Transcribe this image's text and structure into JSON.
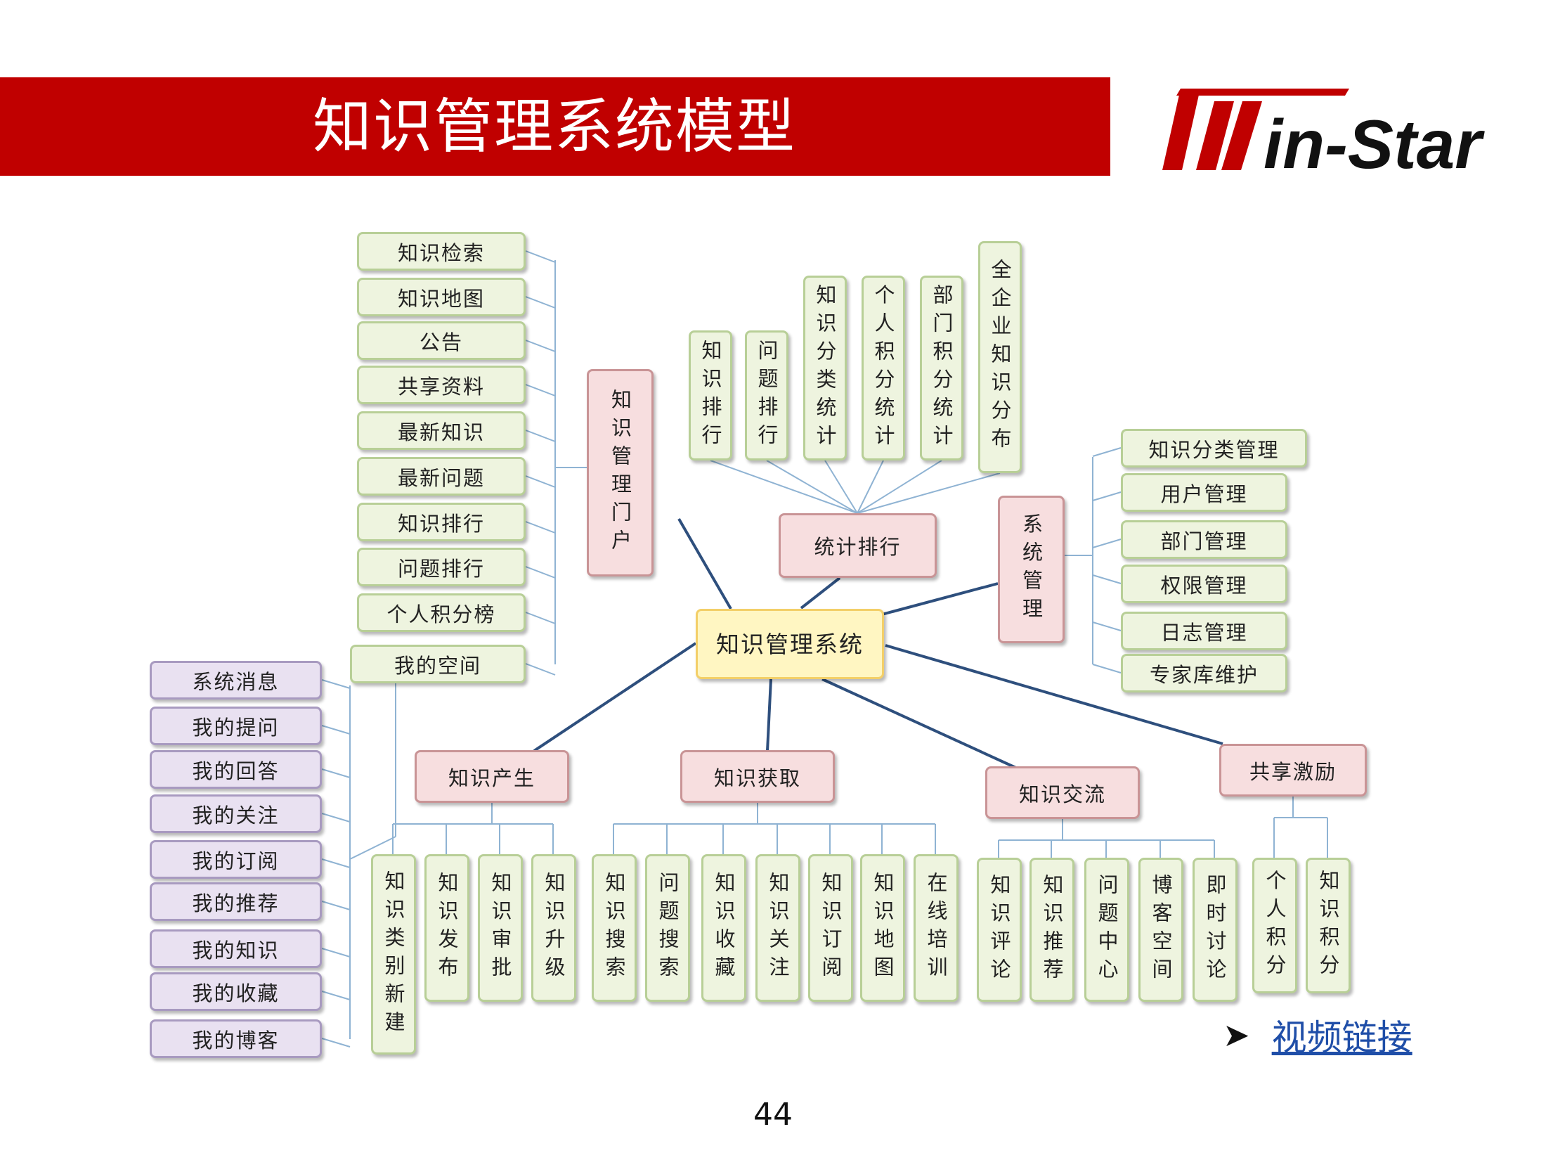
{
  "slide": {
    "title": "知识管理系统模型",
    "logo_text": "in-Star",
    "video_link": "视频链接",
    "page_number": "44",
    "colors": {
      "title_bar": "#c00000",
      "green_fill": "#eef4df",
      "green_border": "#b8cf97",
      "pink_fill": "#f7dedf",
      "pink_border": "#c99496",
      "purple_fill": "#e9e1f1",
      "purple_border": "#a89ac0",
      "hub_fill": "#fff6c2",
      "hub_border": "#f3cf68",
      "connector": "#2e4f7d",
      "tree_line": "#8fb3d3"
    }
  },
  "diagram": {
    "hub": "知识管理系统",
    "branches": [
      {
        "key": "portal",
        "label": "知识管理门户",
        "children": [
          "知识检索",
          "知识地图",
          "公告",
          "共享资料",
          "最新知识",
          "最新问题",
          "知识排行",
          "问题排行",
          "个人积分榜",
          "我的空间"
        ]
      },
      {
        "key": "stats",
        "label": "统计排行",
        "children": [
          "知识排行",
          "问题排行",
          "知识分类统计",
          "个人积分统计",
          "部门积分统计",
          "全企业知识分布"
        ]
      },
      {
        "key": "sysmgmt",
        "label": "系统管理",
        "children": [
          "知识分类管理",
          "用户管理",
          "部门管理",
          "权限管理",
          "日志管理",
          "专家库维护"
        ]
      },
      {
        "key": "produce",
        "label": "知识产生",
        "children": [
          "知识类别新建",
          "知识发布",
          "知识审批",
          "知识升级"
        ]
      },
      {
        "key": "acquire",
        "label": "知识获取",
        "children": [
          "知识搜索",
          "问题搜索",
          "知识收藏",
          "知识关注",
          "知识订阅",
          "知识地图",
          "在线培训"
        ]
      },
      {
        "key": "exchange",
        "label": "知识交流",
        "children": [
          "知识评论",
          "知识推荐",
          "问题中心",
          "博客空间",
          "即时讨论"
        ]
      },
      {
        "key": "incentive",
        "label": "共享激励",
        "children": [
          "个人积分",
          "知识积分"
        ]
      }
    ],
    "my_space": {
      "label": "我的空间",
      "children": [
        "系统消息",
        "我的提问",
        "我的回答",
        "我的关注",
        "我的订阅",
        "我的推荐",
        "我的知识",
        "我的收藏",
        "我的博客"
      ]
    }
  }
}
